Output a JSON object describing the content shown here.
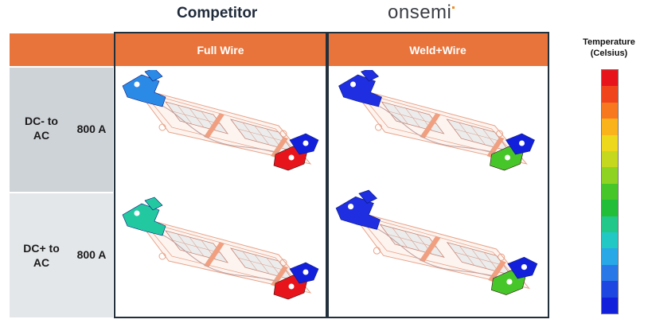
{
  "header": {
    "competitor": "Competitor",
    "onsemi": "onsemi",
    "col1": "Full Wire",
    "col2": "Weld+Wire"
  },
  "rows": [
    {
      "label_line1": "DC- to",
      "label_line2": "AC",
      "current": "800 A"
    },
    {
      "label_line1": "DC+ to",
      "label_line2": "AC",
      "current": "800 A"
    }
  ],
  "legend": {
    "title_line1": "Temperature",
    "title_line2": "(Celsius)",
    "colors": [
      "#e8141c",
      "#f0451c",
      "#f7781e",
      "#fbb31c",
      "#eed81c",
      "#c5d81e",
      "#8fd322",
      "#47c62a",
      "#22be3a",
      "#22c889",
      "#22c9c4",
      "#28a8e6",
      "#2a78e8",
      "#1e46e0",
      "#1220dc"
    ]
  },
  "cells": [
    {
      "terminal_left": "#2a8ae6",
      "terminal_right": "#e8141c",
      "bracket_right": "#1220dc"
    },
    {
      "terminal_left": "#1e2ee0",
      "terminal_right": "#47c62a",
      "bracket_right": "#1220dc"
    },
    {
      "terminal_left": "#22c9a0",
      "terminal_right": "#e8141c",
      "bracket_right": "#1220dc"
    },
    {
      "terminal_left": "#1e2ee0",
      "terminal_right": "#47c62a",
      "bracket_right": "#1220dc"
    }
  ]
}
